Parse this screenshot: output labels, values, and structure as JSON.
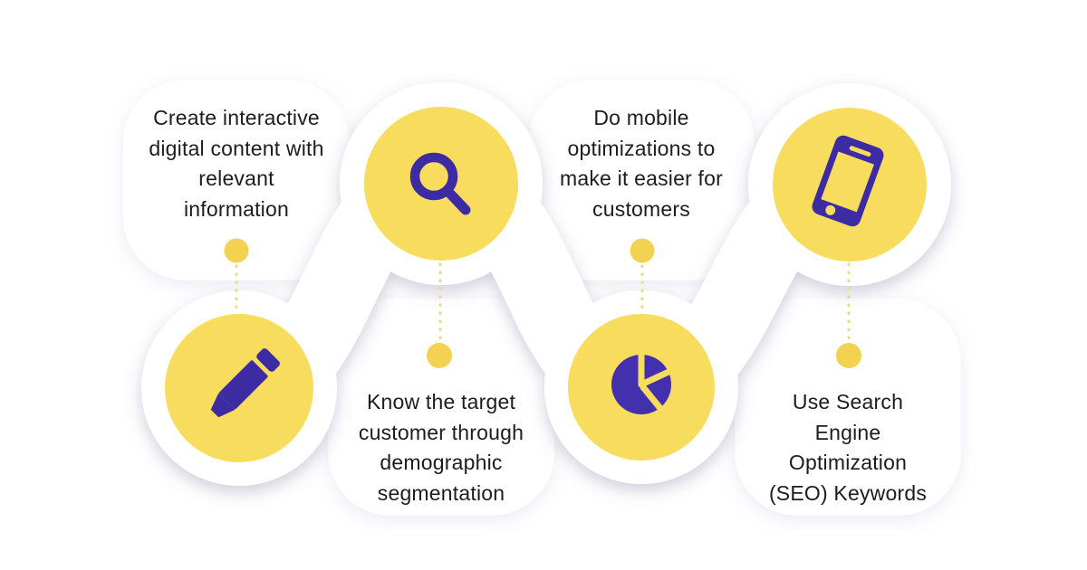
{
  "title": "Digital marketing steps infographic",
  "colors": {
    "background": "#ffffff",
    "ribbon_white": "#ffffff",
    "circle_yellow": "#F8DC5E",
    "connector_dot_yellow": "#F2D250",
    "dotted_line_yellow": "#EADC8E",
    "icon_purple": "#3D2BA3",
    "text_color": "#1d1d1d"
  },
  "steps": [
    {
      "icon": "pencil-icon",
      "text_position": "top",
      "circle_position": "bottom",
      "lines": [
        "Create interactive",
        "digital content with",
        "relevant",
        "information"
      ]
    },
    {
      "icon": "magnifier-icon",
      "text_position": "bottom",
      "circle_position": "top",
      "lines": [
        "Know the target",
        "customer through",
        "demographic",
        "segmentation"
      ]
    },
    {
      "icon": "pie-chart-icon",
      "text_position": "top",
      "circle_position": "bottom",
      "lines": [
        "Do mobile",
        "optimizations to",
        "make it easier for",
        "customers"
      ]
    },
    {
      "icon": "smartphone-icon",
      "text_position": "bottom",
      "circle_position": "top",
      "lines": [
        "Use Search",
        "Engine",
        "Optimization",
        "(SEO) Keywords"
      ]
    }
  ]
}
